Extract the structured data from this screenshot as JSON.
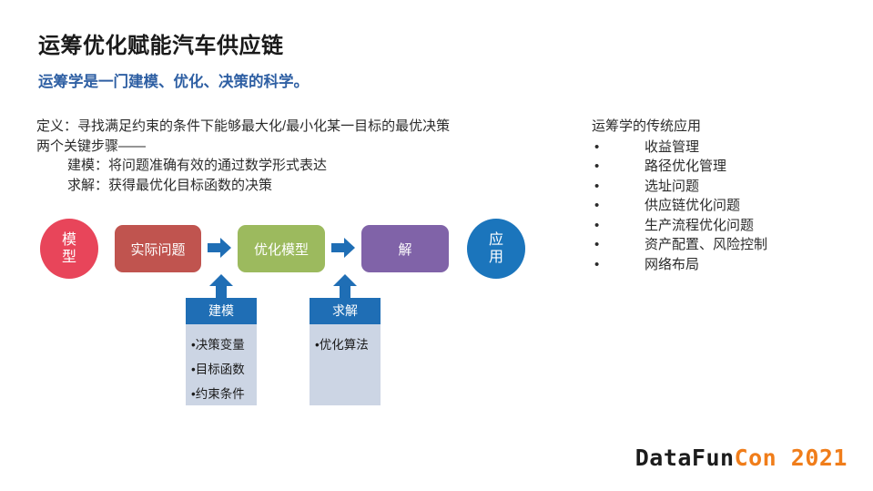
{
  "title": "运筹优化赋能汽车供应链",
  "subtitle": "运筹学是一门建模、优化、决策的科学。",
  "definition": {
    "line1": "定义：寻找满足约束的条件下能够最大化/最小化某一目标的最优决策",
    "line2": "两个关键步骤——",
    "line3": "建模：将问题准确有效的通过数学形式表达",
    "line4": "求解：获得最优化目标函数的决策"
  },
  "applications": {
    "heading": "运筹学的传统应用",
    "bullet_char": "•",
    "items": [
      "收益管理",
      "路径优化管理",
      "选址问题",
      "供应链优化问题",
      "生产流程优化问题",
      "资产配置、风险控制",
      "网络布局"
    ]
  },
  "flow": {
    "nodes": [
      {
        "id": "model",
        "label_line1": "模",
        "label_line2": "型",
        "shape": "ellipse",
        "color": "#e8455a"
      },
      {
        "id": "real-problem",
        "label": "实际问题",
        "shape": "rounded",
        "color": "#c0544f"
      },
      {
        "id": "optimization-model",
        "label": "优化模型",
        "shape": "rounded",
        "color": "#9cba5e"
      },
      {
        "id": "solution",
        "label": "解",
        "shape": "rounded",
        "color": "#8063a8"
      },
      {
        "id": "application",
        "label_line1": "应",
        "label_line2": "用",
        "shape": "ellipse",
        "color": "#1b75bc"
      }
    ],
    "arrow_color": "#1f6eb5"
  },
  "cards": [
    {
      "id": "build",
      "header": "建模",
      "header_color": "#1f6eb5",
      "body_color": "#ccd5e4",
      "bullet_char": "•",
      "items": [
        "决策变量",
        "目标函数",
        "约束条件"
      ]
    },
    {
      "id": "solve",
      "header": "求解",
      "header_color": "#1f6eb5",
      "body_color": "#ccd5e4",
      "bullet_char": "•",
      "items": [
        "优化算法"
      ]
    }
  ],
  "logo": {
    "dark_text": "DataFun",
    "orange_text": "Con 2021",
    "dark_color": "#1c1c1c",
    "orange_color": "#f07d1a"
  }
}
